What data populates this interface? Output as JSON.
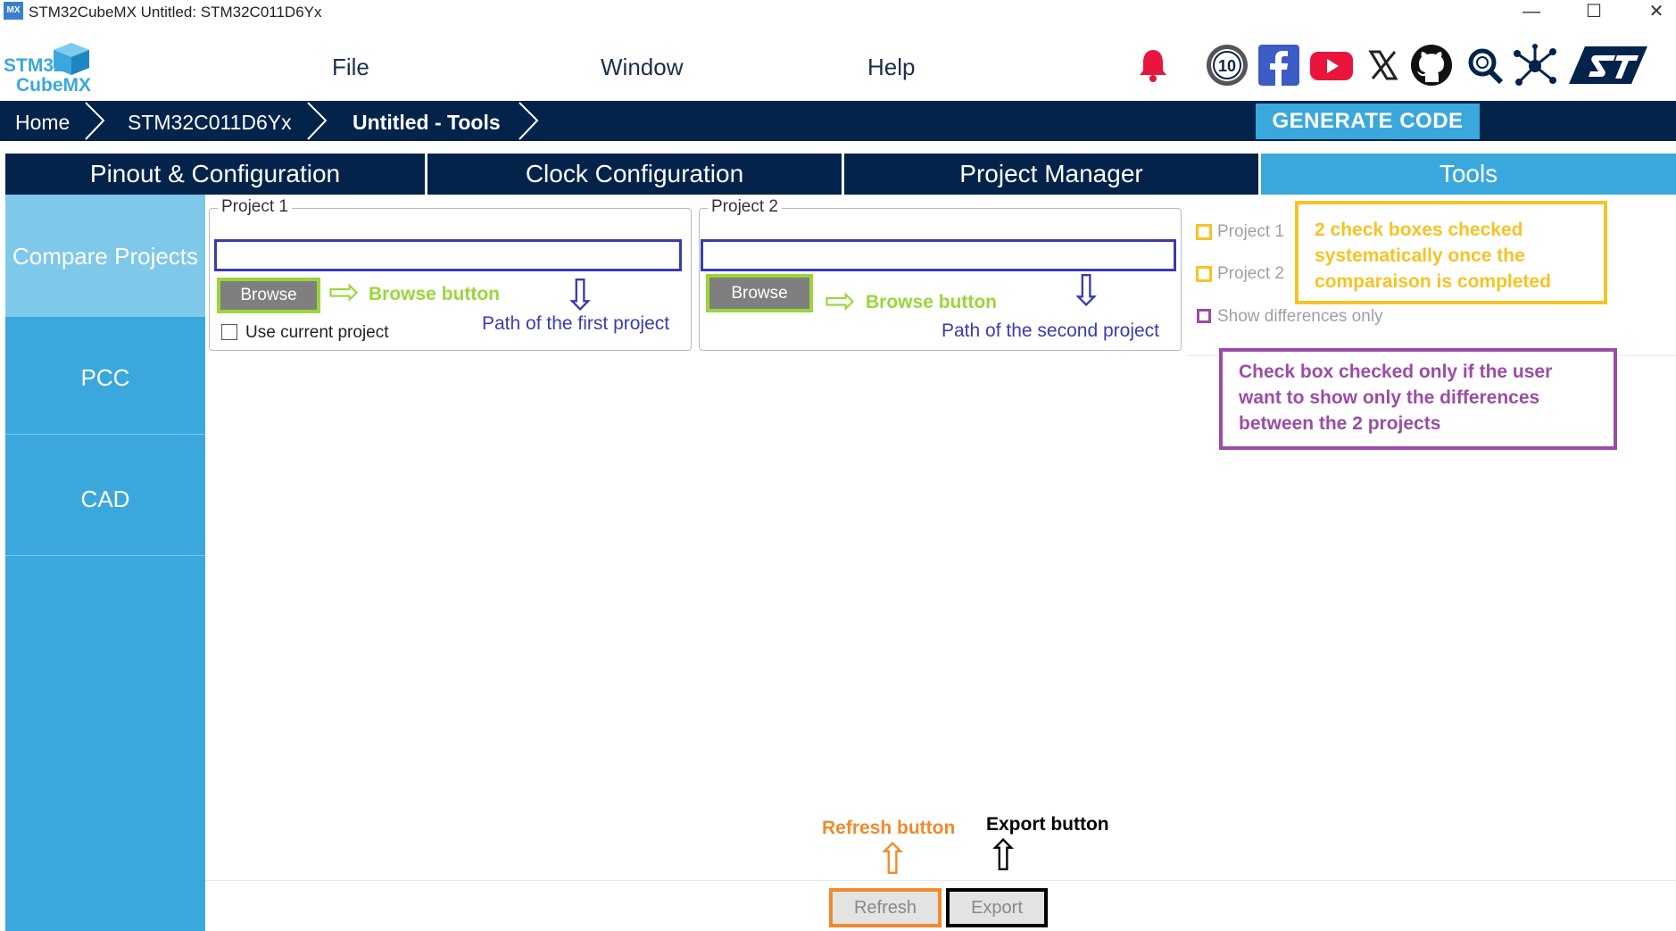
{
  "window": {
    "badge": "MX",
    "title": "STM32CubeMX Untitled: STM32C011D6Yx",
    "controls": {
      "minimize": "—",
      "maximize": "☐",
      "close": "✕"
    }
  },
  "logo": {
    "line1": "STM32",
    "line2": "CubeMX"
  },
  "menu": {
    "file": "File",
    "window": "Window",
    "help": "Help"
  },
  "toolbar_icons": [
    "bell-icon",
    "anniversary-10-icon",
    "facebook-icon",
    "youtube-icon",
    "x-icon",
    "github-icon",
    "search-icon",
    "network-icon",
    "st-logo-icon"
  ],
  "anniversary_badge": "10",
  "breadcrumb": [
    "Home",
    "STM32C011D6Yx",
    "Untitled - Tools"
  ],
  "generate_code": "GENERATE CODE",
  "tabs": [
    "Pinout & Configuration",
    "Clock Configuration",
    "Project Manager",
    "Tools"
  ],
  "sidenav": [
    "Compare Projects",
    "PCC",
    "CAD"
  ],
  "project1": {
    "legend": "Project 1",
    "path_value": "",
    "browse": "Browse",
    "use_current": "Use current project",
    "ann_browse": "Browse button",
    "ann_path": "Path of the first project"
  },
  "project2": {
    "legend": "Project 2",
    "path_value": "",
    "browse": "Browse",
    "ann_browse": "Browse button",
    "ann_path": "Path of the second project"
  },
  "checks": {
    "project1": "Project 1",
    "project2": "Project 2",
    "show_diff": "Show differences only"
  },
  "callouts": {
    "yellow": "2 check boxes checked systematically once the comparaison is completed",
    "purple": "Check box checked only if the user want to show only the differences between the 2 projects"
  },
  "bottom": {
    "refresh_ann": "Refresh button",
    "export_ann": "Export button",
    "refresh": "Refresh",
    "export": "Export"
  },
  "colors": {
    "navy": "#03234b",
    "accent": "#3aa8dc",
    "green": "#9ad63a",
    "blue": "#3b3bb0",
    "yellow": "#f7c324",
    "purple": "#9b4ca6",
    "orange": "#f08a2c",
    "black": "#000000"
  }
}
